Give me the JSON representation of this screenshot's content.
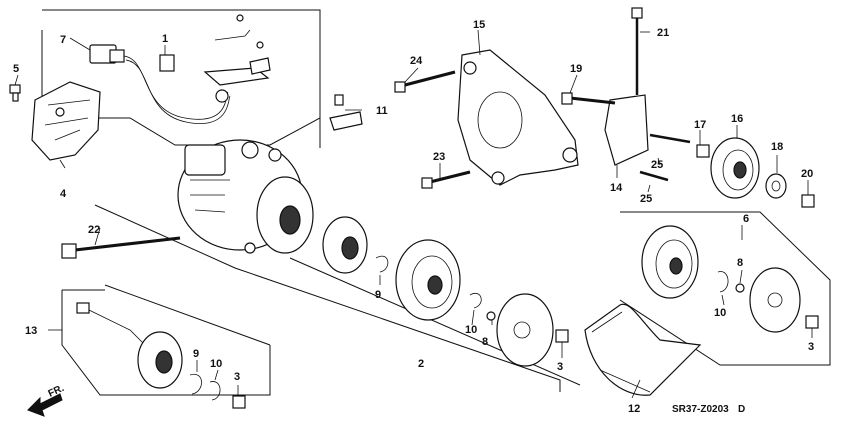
{
  "diagram_code": "SR37-Z0203",
  "diagram_suffix": "D",
  "direction_label": "FR.",
  "callouts": [
    "1",
    "2",
    "3",
    "3",
    "3",
    "4",
    "5",
    "6",
    "7",
    "8",
    "8",
    "8",
    "9",
    "9",
    "9",
    "10",
    "10",
    "10",
    "11",
    "12",
    "13",
    "14",
    "15",
    "16",
    "17",
    "18",
    "19",
    "20",
    "21",
    "22",
    "23",
    "24",
    "25",
    "25"
  ]
}
